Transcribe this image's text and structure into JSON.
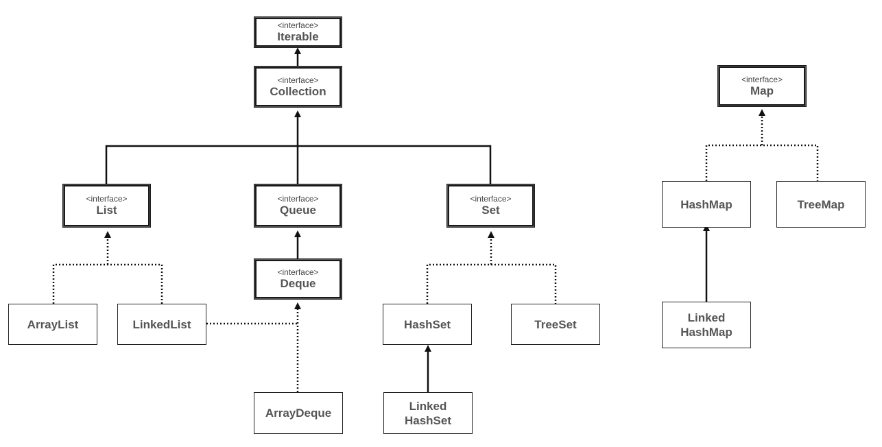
{
  "stereotype": "<interface>",
  "nodes": {
    "iterable": {
      "name": "Iterable"
    },
    "collection": {
      "name": "Collection"
    },
    "list": {
      "name": "List"
    },
    "queue": {
      "name": "Queue"
    },
    "set": {
      "name": "Set"
    },
    "deque": {
      "name": "Deque"
    },
    "map": {
      "name": "Map"
    },
    "arraylist": {
      "name": "ArrayList"
    },
    "linkedlist": {
      "name": "LinkedList"
    },
    "arraydeque": {
      "name": "ArrayDeque"
    },
    "hashset": {
      "name": "HashSet"
    },
    "treeset": {
      "name": "TreeSet"
    },
    "linkedhashset": {
      "name": "Linked\nHashSet"
    },
    "hashmap": {
      "name": "HashMap"
    },
    "treemap": {
      "name": "TreeMap"
    },
    "linkedhashmap": {
      "name": "Linked\nHashMap"
    }
  },
  "edges": [
    {
      "from": "collection",
      "to": "iterable",
      "style": "solid"
    },
    {
      "from": "list",
      "to": "collection",
      "style": "solid"
    },
    {
      "from": "queue",
      "to": "collection",
      "style": "solid"
    },
    {
      "from": "set",
      "to": "collection",
      "style": "solid"
    },
    {
      "from": "deque",
      "to": "queue",
      "style": "solid"
    },
    {
      "from": "arraylist",
      "to": "list",
      "style": "dotted"
    },
    {
      "from": "linkedlist",
      "to": "list",
      "style": "dotted"
    },
    {
      "from": "linkedlist",
      "to": "deque",
      "style": "dotted"
    },
    {
      "from": "arraydeque",
      "to": "deque",
      "style": "dotted"
    },
    {
      "from": "hashset",
      "to": "set",
      "style": "dotted"
    },
    {
      "from": "treeset",
      "to": "set",
      "style": "dotted"
    },
    {
      "from": "linkedhashset",
      "to": "hashset",
      "style": "solid"
    },
    {
      "from": "hashmap",
      "to": "map",
      "style": "dotted"
    },
    {
      "from": "treemap",
      "to": "map",
      "style": "dotted"
    },
    {
      "from": "linkedhashmap",
      "to": "hashmap",
      "style": "solid"
    }
  ]
}
